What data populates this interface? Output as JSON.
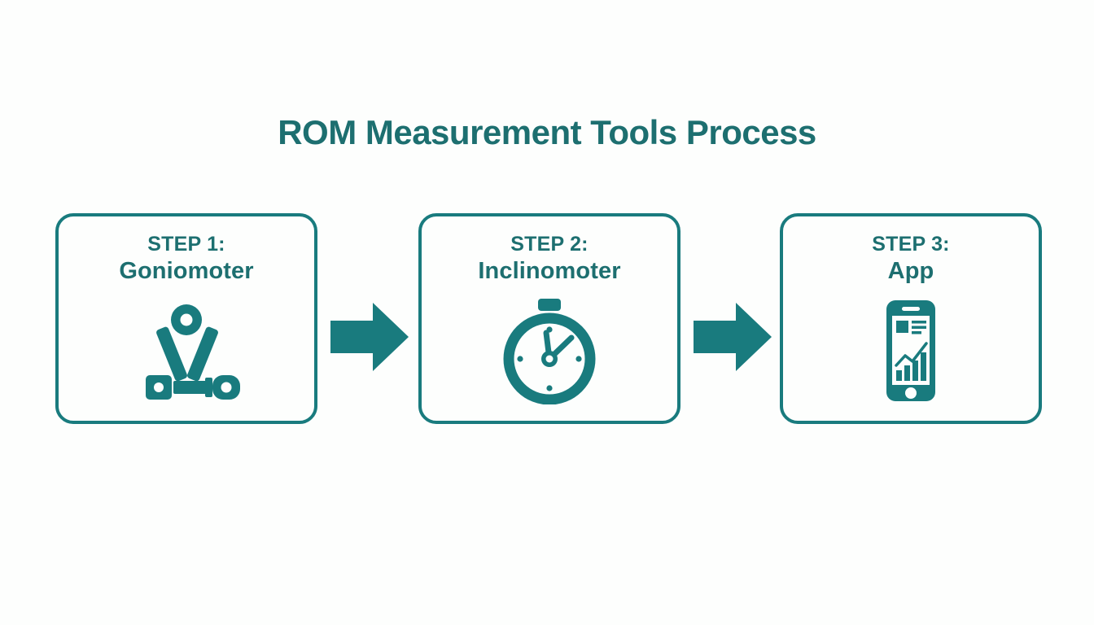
{
  "page": {
    "title": "ROM Measurement Tools Process",
    "background_color": "#fdfefd",
    "accent_color": "#197b7e",
    "title_color": "#1d6f70"
  },
  "flow": {
    "steps": [
      {
        "number": "STEP 1:",
        "label": "Goniomoter",
        "icon": "goniometer-icon"
      },
      {
        "number": "STEP 2:",
        "label": "Inclinomoter",
        "icon": "stopwatch-icon"
      },
      {
        "number": "STEP 3:",
        "label": "App",
        "icon": "smartphone-chart-icon"
      }
    ],
    "arrows": [
      {
        "name": "arrow-right-icon",
        "direction": "right"
      },
      {
        "name": "arrow-right-icon",
        "direction": "right"
      }
    ]
  }
}
